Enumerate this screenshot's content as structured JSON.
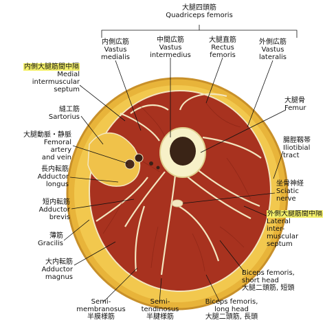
{
  "title": {
    "jp": "大腿四頭筋",
    "en": "Quadriceps femoris"
  },
  "labels": {
    "vastus_medialis": {
      "jp": "内側広筋",
      "en1": "Vastus",
      "en2": "medialis"
    },
    "vastus_intermedius": {
      "jp": "中間広筋",
      "en1": "Vastus",
      "en2": "intermedius"
    },
    "rectus_femoris": {
      "jp": "大腿直筋",
      "en1": "Rectus",
      "en2": "femoris"
    },
    "vastus_lateralis": {
      "jp": "外側広筋",
      "en1": "Vastus",
      "en2": "lateralis"
    },
    "medial_septum": {
      "jp": "内側大腿筋間中隔",
      "en1": "Medial",
      "en2": "intermuscular",
      "en3": "septum"
    },
    "sartorius": {
      "jp": "縫工筋",
      "en": "Sartorius"
    },
    "femoral_vessels": {
      "jp": "大腿動脈・静脈",
      "en1": "Femoral",
      "en2": "artery",
      "en3": "and vein"
    },
    "adductor_longus": {
      "jp": "長内転筋",
      "en1": "Adductor",
      "en2": "longus"
    },
    "adductor_brevis": {
      "jp": "短内転筋",
      "en1": "Adductor",
      "en2": "brevis"
    },
    "gracilis": {
      "jp": "薄筋",
      "en": "Gracilis"
    },
    "adductor_magnus": {
      "jp": "大内転筋",
      "en1": "Adductor",
      "en2": "magnus"
    },
    "femur": {
      "jp": "大腿骨",
      "en": "Femur"
    },
    "iliotibial_tract": {
      "jp": "腸脛靱帯",
      "en1": "Iliotibial",
      "en2": "tract"
    },
    "sciatic_nerve": {
      "jp": "坐骨神経",
      "en1": "Sciatic",
      "en2": "nerve"
    },
    "lateral_septum": {
      "jp": "外側大腿筋間中隔",
      "en1": "Lateral",
      "en2": "inter-",
      "en3": "muscular",
      "en4": "septum"
    },
    "biceps_short": {
      "en1": "Biceps femoris,",
      "en2": "short head",
      "jp": "大腿二頭筋, 短頭"
    },
    "semimembranosus": {
      "en1": "Semi-",
      "en2": "membranosus",
      "jp": "半膜様筋"
    },
    "semitendinosus": {
      "en1": "Semi-",
      "en2": "tendinosus",
      "jp": "半腱様筋"
    },
    "biceps_long": {
      "en1": "Biceps femoris,",
      "en2": "long head",
      "jp": "大腿二頭筋, 長頭"
    }
  },
  "colors": {
    "muscle": "#a8321f",
    "muscle_dark": "#7e1f12",
    "fat": "#f0c24a",
    "skin": "#e8b43a",
    "bone": "#f7f1c8",
    "marrow": "#3a2416",
    "septum": "#f3e6c0",
    "highlight": "#f4f06a",
    "line": "#111111"
  }
}
